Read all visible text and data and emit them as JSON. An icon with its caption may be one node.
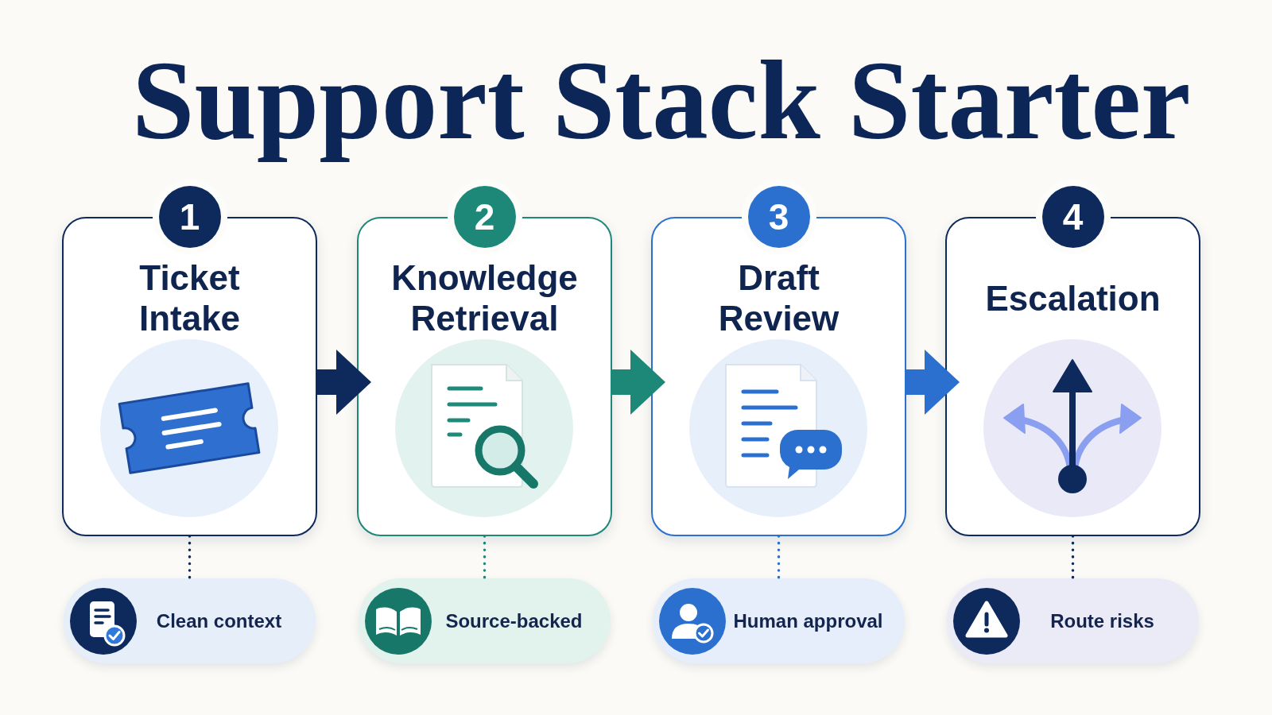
{
  "diagram": {
    "title": "Support Stack Starter",
    "nodes": [
      {
        "text": [
          "1"
        ]
      },
      {
        "text": [
          "Ticket Intake"
        ]
      },
      {
        "text": [
          "2"
        ]
      },
      {
        "text": [
          "Knowledge Retrieval"
        ]
      },
      {
        "text": [
          "3"
        ]
      },
      {
        "text": [
          "Draft Review"
        ]
      },
      {
        "text": [
          "4"
        ]
      },
      {
        "text": [
          "Escalation"
        ]
      },
      {
        "text": [
          "Clean context"
        ]
      },
      {
        "text": [
          "Source-backed"
        ]
      },
      {
        "text": [
          "Human approval"
        ]
      },
      {
        "text": [
          "Route risks"
        ]
      }
    ],
    "edges": [
      {
        "from": 1,
        "to": 3,
        "arrow": "to",
        "style": "thick"
      },
      {
        "from": 3,
        "to": 5,
        "arrow": "to",
        "style": "thick",
        "color": "#1e8878"
      },
      {
        "from": 5,
        "to": 7,
        "arrow": "to",
        "style": "thick",
        "color": "#2b6fcf"
      },
      {
        "from": 1,
        "to": 8,
        "arrow": "none",
        "style": "dashed"
      },
      {
        "from": 3,
        "to": 9,
        "arrow": "none",
        "style": "dashed",
        "color": "#1e8878"
      },
      {
        "from": 5,
        "to": 10,
        "arrow": "none",
        "style": "dashed",
        "color": "#2b6fcf"
      },
      {
        "from": 7,
        "to": 11,
        "arrow": "none",
        "style": "dashed"
      }
    ]
  }
}
